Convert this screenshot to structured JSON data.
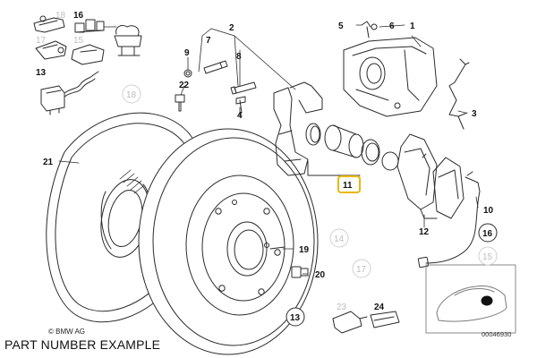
{
  "diagram": {
    "copyright": "© BMW AG",
    "drawing_number": "00046930",
    "caption": "PART NUMBER EXAMPLE",
    "colors": {
      "line": "#2b2b2b",
      "highlight": "#e9b800",
      "grey_label": "#bdbdbd",
      "background": "#ffffff"
    },
    "part_labels": [
      {
        "id": "1",
        "text": "1",
        "style": "plain"
      },
      {
        "id": "2",
        "text": "2",
        "style": "plain"
      },
      {
        "id": "3",
        "text": "3",
        "style": "plain"
      },
      {
        "id": "4",
        "text": "4",
        "style": "plain"
      },
      {
        "id": "5",
        "text": "5",
        "style": "plain"
      },
      {
        "id": "6",
        "text": "6",
        "style": "plain"
      },
      {
        "id": "7",
        "text": "7",
        "style": "plain"
      },
      {
        "id": "8",
        "text": "8",
        "style": "plain"
      },
      {
        "id": "9",
        "text": "9",
        "style": "plain"
      },
      {
        "id": "10",
        "text": "10",
        "style": "plain"
      },
      {
        "id": "11",
        "text": "11",
        "style": "highlighted"
      },
      {
        "id": "12",
        "text": "12",
        "style": "plain"
      },
      {
        "id": "13a",
        "text": "13",
        "style": "plain"
      },
      {
        "id": "13b",
        "text": "13",
        "style": "circled"
      },
      {
        "id": "14",
        "text": "14",
        "style": "circled-grey"
      },
      {
        "id": "15a",
        "text": "15",
        "style": "grey"
      },
      {
        "id": "15b",
        "text": "15",
        "style": "circled-grey"
      },
      {
        "id": "16a",
        "text": "16",
        "style": "plain"
      },
      {
        "id": "16b",
        "text": "16",
        "style": "circled"
      },
      {
        "id": "17a",
        "text": "17",
        "style": "grey"
      },
      {
        "id": "17b",
        "text": "17",
        "style": "circled-grey"
      },
      {
        "id": "18a",
        "text": "18",
        "style": "grey"
      },
      {
        "id": "18b",
        "text": "18",
        "style": "circled-grey"
      },
      {
        "id": "19",
        "text": "19",
        "style": "plain"
      },
      {
        "id": "20",
        "text": "20",
        "style": "plain"
      },
      {
        "id": "21",
        "text": "21",
        "style": "plain"
      },
      {
        "id": "22",
        "text": "22",
        "style": "plain"
      },
      {
        "id": "23",
        "text": "23",
        "style": "grey"
      },
      {
        "id": "24",
        "text": "24",
        "style": "plain"
      }
    ]
  }
}
